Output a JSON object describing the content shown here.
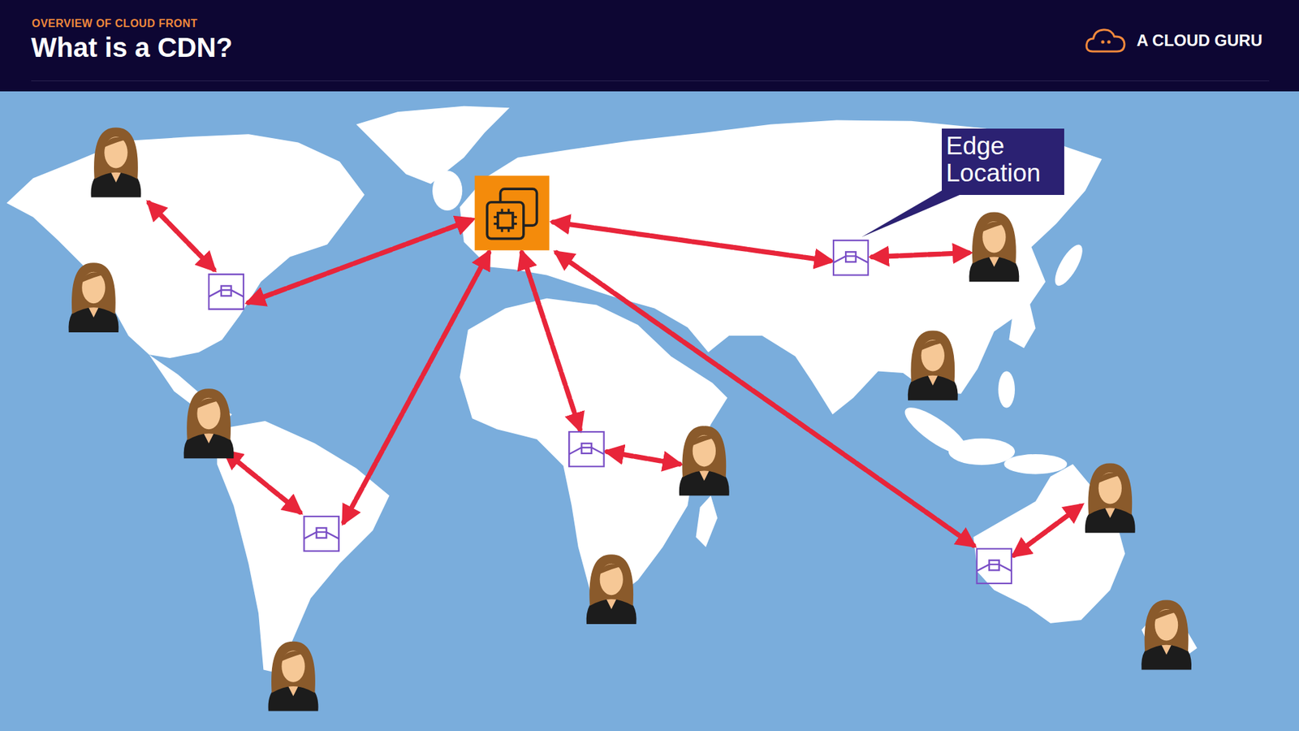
{
  "diagram": {
    "title": "What is a CDN?",
    "nodes": [
      {
        "text": [
          "Edge Location"
        ]
      }
    ],
    "labels": [
      "OVERVIEW OF CLOUD FRONT",
      "A CLOUD GURU"
    ]
  }
}
